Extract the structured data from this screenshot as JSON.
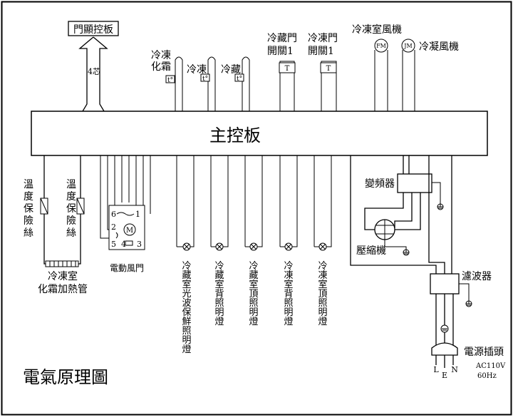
{
  "title": "電氣原理圖",
  "main_board": "主控板",
  "door_display_board": "門顯控板",
  "cable_label": "4芯",
  "top_components": {
    "freezer_defrost_sensor": [
      "冷凍",
      "化霜"
    ],
    "freezer_sensor": "冷凍",
    "fridge_sensor": "冷藏",
    "fridge_door_switch": [
      "冷藏門",
      "開關1"
    ],
    "freezer_door_switch": [
      "冷凍門",
      "開關1"
    ],
    "freezer_fan": "冷凍室風機",
    "condenser_fan": "冷凝風機",
    "switch_symbol": "T",
    "freezer_fan_symbol": "FM",
    "condenser_fan_symbol": "JM"
  },
  "fuses": {
    "left": [
      "溫",
      "度",
      "保",
      "險",
      "絲"
    ],
    "right": [
      "溫",
      "度",
      "保",
      "險",
      "絲"
    ]
  },
  "heater": [
    "冷凍室",
    "化霜加熱管"
  ],
  "damper": {
    "label": "電動風門",
    "motor_symbol": "M",
    "pins": [
      "6",
      "1",
      "2",
      "5",
      "4",
      "3"
    ]
  },
  "lamps": [
    [
      "冷",
      "藏",
      "室",
      "光",
      "波",
      "保",
      "鮮",
      "照",
      "明",
      "燈"
    ],
    [
      "冷",
      "藏",
      "室",
      "背",
      "照",
      "明",
      "燈"
    ],
    [
      "冷",
      "藏",
      "室",
      "頂",
      "照",
      "明",
      "燈"
    ],
    [
      "冷",
      "凍",
      "室",
      "背",
      "照",
      "明",
      "燈"
    ],
    [
      "冷",
      "凍",
      "室",
      "頂",
      "照",
      "明",
      "燈"
    ]
  ],
  "inverter": "變頻器",
  "compressor": "壓縮機",
  "filter": "濾波器",
  "power_plug": {
    "label": "電源插頭",
    "rating_voltage": "AC110V",
    "rating_freq": "60Hz",
    "pins": [
      "L",
      "E",
      "N"
    ]
  }
}
